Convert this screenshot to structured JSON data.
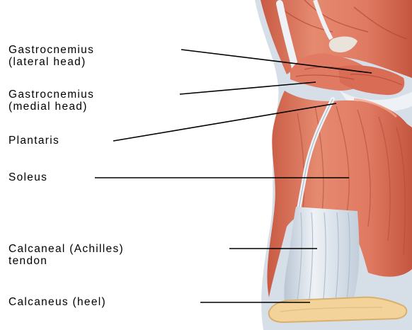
{
  "labels": [
    {
      "id": "gastrocnemius-lateral",
      "line1": "Gastrocnemius",
      "line2": "(lateral head)"
    },
    {
      "id": "gastrocnemius-medial",
      "line1": "Gastrocnemius",
      "line2": "(medial head)"
    },
    {
      "id": "plantaris",
      "line1": "Plantaris"
    },
    {
      "id": "soleus",
      "line1": "Soleus"
    },
    {
      "id": "calcaneal-tendon",
      "line1": "Calcaneal (Achilles)",
      "line2": "tendon"
    },
    {
      "id": "calcaneus",
      "line1": "Calcaneus (heel)"
    }
  ],
  "colors": {
    "muscle": "#e07a62",
    "muscle_dark": "#c4563f",
    "muscle_light": "#f2a58e",
    "tendon": "#dfe6ee",
    "tendon_shade": "#aebccb",
    "bone": "#f4d39a",
    "leader_line": "#000000"
  }
}
